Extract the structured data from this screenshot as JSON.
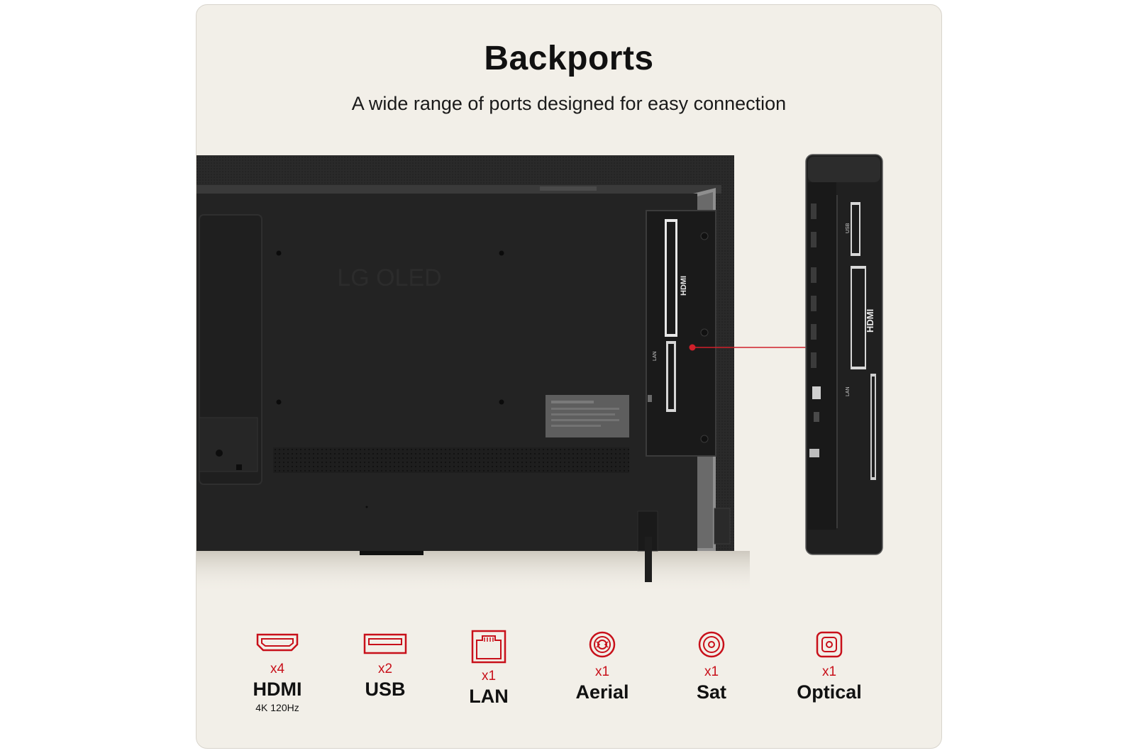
{
  "header": {
    "title": "Backports",
    "subtitle": "A wide range of ports designed for easy connection"
  },
  "tv_image": {
    "logo_text": "LG OLED",
    "port_label_hdmi": "HDMI",
    "port_label_lan": "LAN",
    "port_label_usb": "USB",
    "callout_color": "#d0202a"
  },
  "ports": [
    {
      "icon": "hdmi-icon",
      "count": "x4",
      "name": "HDMI",
      "sub": "4K 120Hz"
    },
    {
      "icon": "usb-icon",
      "count": "x2",
      "name": "USB",
      "sub": ""
    },
    {
      "icon": "lan-icon",
      "count": "x1",
      "name": "LAN",
      "sub": ""
    },
    {
      "icon": "aerial-icon",
      "count": "x1",
      "name": "Aerial",
      "sub": ""
    },
    {
      "icon": "sat-icon",
      "count": "x1",
      "name": "Sat",
      "sub": ""
    },
    {
      "icon": "optical-icon",
      "count": "x1",
      "name": "Optical",
      "sub": ""
    }
  ],
  "colors": {
    "accent": "#c8101a",
    "card_background": "#f2efe8",
    "tv_body": "#232323"
  }
}
